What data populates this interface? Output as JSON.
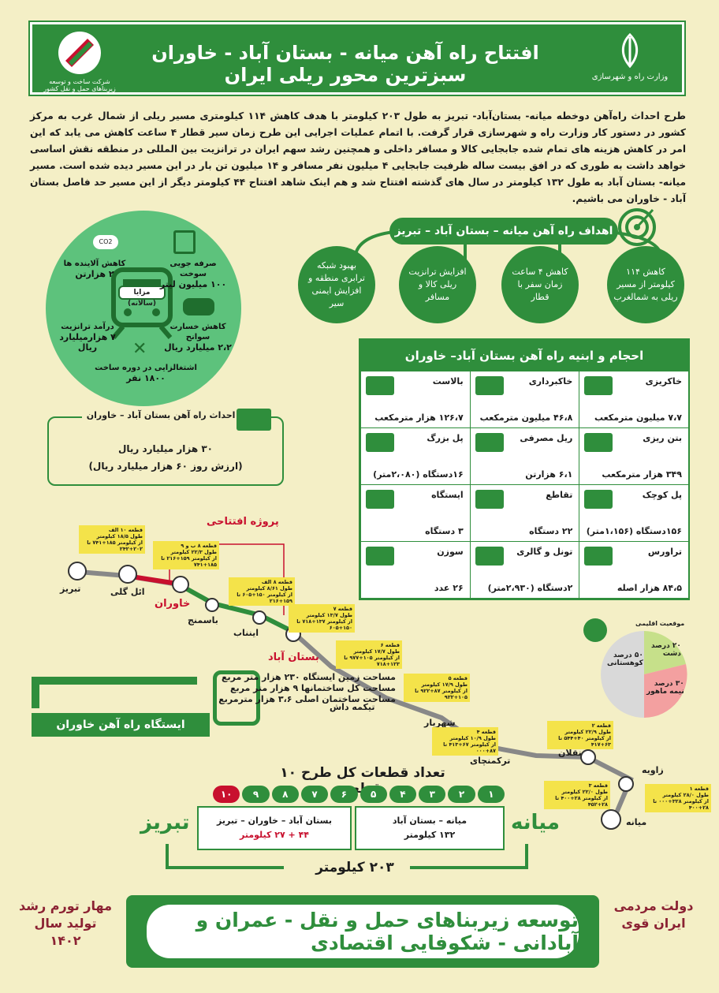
{
  "header": {
    "title": "افتتاح راه آهن میانه - بستان آباد - خاوران سبزترین محور ریلی ایران",
    "ministry": "وزارت راه و شهرسازی",
    "company": "شرکت ساخت و توسعه زیربناهای حمل و نقل کشور"
  },
  "intro": "طرح احداث راه‌آهن دوخطه میانه- بستان‌آباد- تبریز به طول ۲۰۳ کیلومتر با هدف کاهش ۱۱۴ کیلومتری مسیر ریلی از شمال غرب به مرکز کشور در دستور کار وزارت راه و شهرسازی قرار گرفت. با اتمام عملیات اجرایی این طرح زمان سیر قطار ۴ ساعت کاهش می یابد که این امر در کاهش هزینه های تمام شده جابجایی کالا و مسافر داخلی و همچنین رشد سهم ایران در ترانزیت بین المللی در منطقه نقش اساسی خواهد داشت به طوری که در افق بیست ساله ظرفیت جابجایی ۴ میلیون نفر مسافر و ۱۴ میلیون تن بار در این مسیر دیده شده است. مسیر میانه- بستان آباد به طول ۱۳۲ کیلومتر در سال های گذشته افتتاح شد و هم اینک شاهد افتتاح ۴۴ کیلومتر دیگر از این مسیر حد فاصل بستان آباد - خاوران می باشیم.",
  "goals": {
    "title": "اهداف راه آهن میانه – بستان آباد – تبریز",
    "items": [
      "کاهش ۱۱۴ کیلومتر از مسیر ریلی به شمالغرب",
      "کاهش ۴ ساعت زمان سفر با قطار",
      "افزایش ترانزیت ریلی کالا و مسافر",
      "بهبود شبکه ترابری منطقه و افزایش ایمنی سیر"
    ]
  },
  "benefits": {
    "center": "مزایا (سالانه)",
    "items": [
      {
        "label": "کاهش آلاینده ها",
        "value": "۲ هزارتن"
      },
      {
        "label": "صرفه جویی سوخت",
        "value": "۱۰۰ میلیون لیتر"
      },
      {
        "label": "درآمد ترانزیت",
        "value": "۷ هزارمیلیارد ریال"
      },
      {
        "label": "کاهش خسارت سوانح",
        "value": "۲،۲ میلیارد ریال"
      },
      {
        "label": "اشتغالزایی در دوره ساخت",
        "value": "۱۸۰۰ نفر"
      }
    ],
    "co2": "CO2"
  },
  "volumes": {
    "title": "احجام و ابنیه راه آهن بستان آباد– خاوران",
    "cells": [
      {
        "label": "خاکریزی",
        "value": "۷،۷ میلیون مترمکعب"
      },
      {
        "label": "خاکبرداری",
        "value": "۴۶،۸ میلیون مترمکعب"
      },
      {
        "label": "بالاست",
        "value": "۱۲۶،۷ هزار مترمکعب"
      },
      {
        "label": "بتن ریزی",
        "value": "۳۴۹ هزار مترمکعب"
      },
      {
        "label": "ریل مصرفی",
        "value": "۶،۱ هزارتن"
      },
      {
        "label": "پل بزرگ",
        "value": "۱۶دستگاه (۲،۰۸۰متر)"
      },
      {
        "label": "پل کوچک",
        "value": "۱۵۶دستگاه (۱،۱۵۶متر)"
      },
      {
        "label": "تقاطع",
        "value": "۲۲ دستگاه"
      },
      {
        "label": "ایستگاه",
        "value": "۳ دستگاه"
      },
      {
        "label": "تراورس",
        "value": "۸۴،۵ هزار اصله"
      },
      {
        "label": "تونل و گالری",
        "value": "۲دستگاه (۲،۹۳۰متر)"
      },
      {
        "label": "سوزن",
        "value": "۲۶ عدد"
      }
    ]
  },
  "cost": {
    "title": "هزینه احداث راه آهن بستان آباد – خاوران",
    "value": "۳۰ هزار میلیارد ریال",
    "today": "(ارزش روز ۶۰ هزار میلیارد ریال)"
  },
  "project_label": "پروژه افتتاحی",
  "stations": [
    "تبریز",
    "ائل گلی",
    "خاوران",
    "باسمنج",
    "اینناب",
    "بستان آباد",
    "تیکمه داش",
    "شهربار",
    "ترکمنچای",
    "نقلان",
    "زاویه",
    "میانه"
  ],
  "segments": [
    {
      "name": "قطعه ۱",
      "len": "طول ۲۸/۰ کیلومتر",
      "range": "از کیلومتر ۳۲۸+۰۰۰ تا ۲۸+۴۰۰"
    },
    {
      "name": "قطعه ۲",
      "len": "طول ۲۲/۹ کیلومتر",
      "range": "از کیلومتر ۴۰+۵۴۴ تا ۶۳+۴۱۷"
    },
    {
      "name": "قطعه ۳",
      "len": "طول ۲۲/۰ کیلومتر",
      "range": "از کیلومتر ۲۸+۴۰۰ تا ۲۸+۴۵۲"
    },
    {
      "name": "قطعه ۴",
      "len": "طول ۱۰/۹ کیلومتر",
      "range": "از کیلومتر ۶۷+۴۱۳ تا ۸۷+۰۰۰"
    },
    {
      "name": "قطعه ۵",
      "len": "طول ۱۷/۹ کیلومتر",
      "range": "از کیلومتر ۸۷+۹۲۲ تا ۱۰۵+۹۲۲"
    },
    {
      "name": "قطعه ۶",
      "len": "طول ۱۷/۷ کیلومتر",
      "range": "از کیلومتر ۱۰۵+۹۷۷ تا ۱۲۳+۷۱۸"
    },
    {
      "name": "قطعه ۷",
      "len": "طول ۱۳/۷ کیلومتر",
      "range": "از کیلومتر ۱۳۷+۷۱۸ تا ۱۵۰+۶۰۵"
    },
    {
      "name": "قطعه ۸ الف",
      "len": "طول ۸/۶۱ کیلومتر",
      "range": "از کیلومتر ۱۵۰+۶۰۵ تا ۱۵۹+۲۱۶"
    },
    {
      "name": "قطعه ۸ ب و ۹",
      "len": "طول ۲۲/۳ کیلومتر",
      "range": "از کیلومتر ۱۵۹+۲۱۶ تا ۱۸۵+۷۴۱"
    },
    {
      "name": "قطعه ۱۰ الف",
      "len": "طول ۱۸/۵ کیلومتر",
      "range": "از کیلومتر ۱۸۵+۷۴۱ تا ۲۰۲+۲۴۲"
    }
  ],
  "climate": {
    "title": "موقعیت اقلیمی",
    "items": [
      {
        "label": "کوهستانی",
        "value": "۵۰ درصد"
      },
      {
        "label": "دشت",
        "value": "۲۰ درصد"
      },
      {
        "label": "نیمه ماهور",
        "value": "۳۰ درصد"
      }
    ]
  },
  "station_khavaran": {
    "title": "ایستگاه راه آهن خاوران",
    "lines": [
      "مساحت زمین ایستگاه ۲۳۰ هزار متر مربع",
      "مساحت کل ساختمانها ۹ هزار متر مربع",
      "مساحت ساختمان اصلی ۳،۶ هزار مترمربع"
    ]
  },
  "count": {
    "title": "تعداد قطعات کل طرح ۱۰ قطعه",
    "numbers": [
      "۱",
      "۲",
      "۳",
      "۴",
      "۵",
      "۶",
      "۷",
      "۸",
      "۹",
      "۱۰"
    ],
    "left_panel": {
      "route": "بستان آباد – خاوران – تبریز",
      "km": "۴۴ + ۲۷ کیلومتر"
    },
    "right_panel": {
      "route": "میانه – بستان آباد",
      "km": "۱۳۲ کیلومتر"
    },
    "left_city": "تبریز",
    "right_city": "میانه",
    "total": "۲۰۳ کیلومتر"
  },
  "footer": {
    "slogan": "توسعه زیربناهای حمل و نقل - عمران و آبادانی - شکوفایی اقتصادی",
    "left_mark": "مهار تورم رشد تولید سال ۱۴۰۲",
    "right_mark": "دولت مردمی ایران قوی"
  },
  "colors": {
    "green": "#2f8e3c",
    "cream": "#f4efc6",
    "red": "#c8102e",
    "yellow": "#f4e34a"
  }
}
